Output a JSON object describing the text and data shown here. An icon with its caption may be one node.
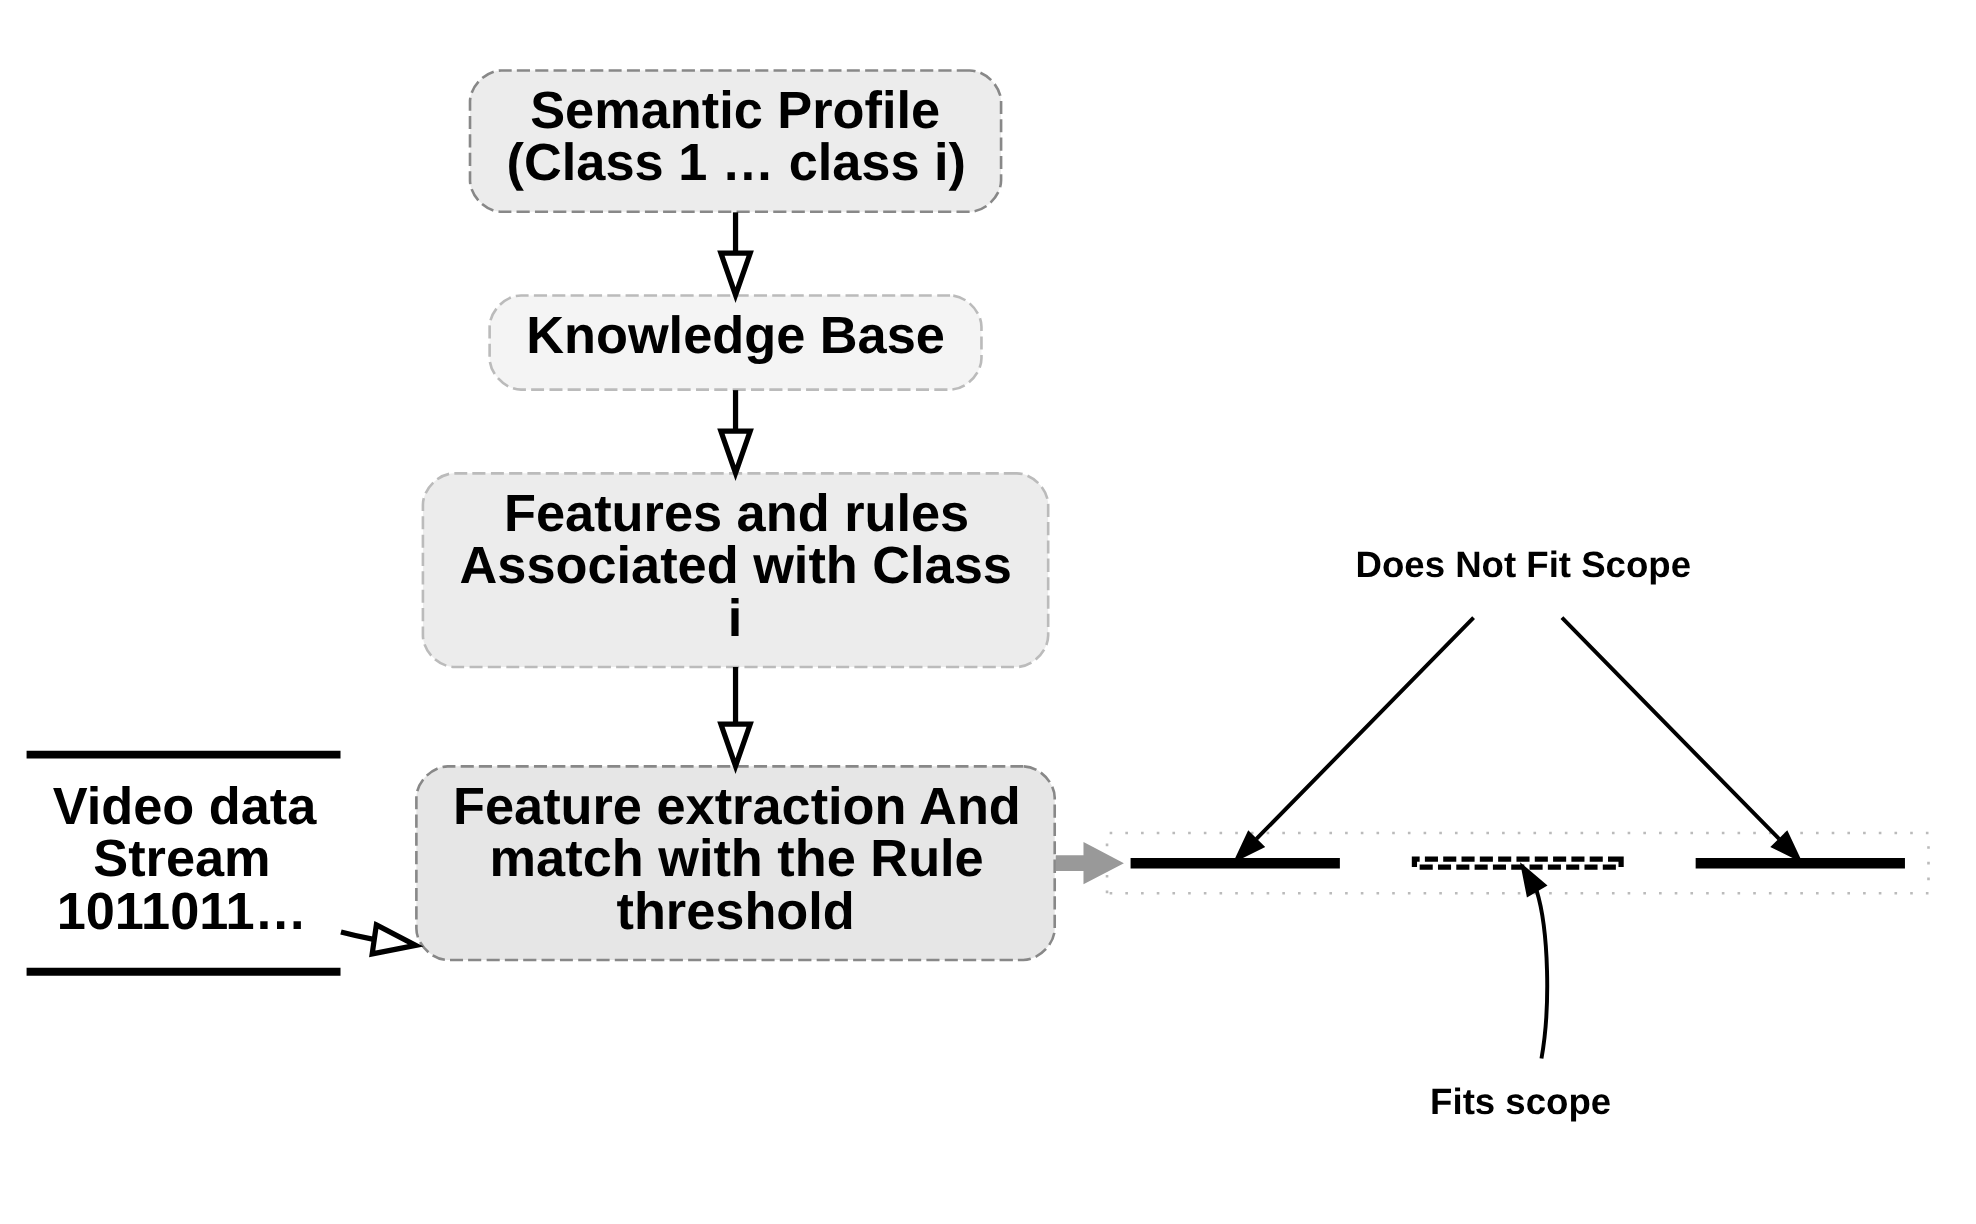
{
  "diagram": {
    "nodes": [
      {
        "text": [
          "Semantic Profile (Class 1 … class i)"
        ]
      },
      {
        "text": [
          "Knowledge Base"
        ]
      },
      {
        "text": [
          "Features and rules Associated with Class i"
        ]
      },
      {
        "text": [
          "Video data Stream 1011011…"
        ]
      },
      {
        "text": [
          "Feature extraction And match with the Rule threshold"
        ]
      },
      {
        "text": [],
        "shape": "picture"
      },
      {
        "text": [
          "Does Not Fit Scope"
        ]
      },
      {
        "text": [],
        "shape": "bar",
        "in": 5
      },
      {
        "text": [],
        "shape": "bar",
        "in": 5
      },
      {
        "text": [],
        "shape": "bar",
        "in": 5
      },
      {
        "text": [
          "Fits scope"
        ]
      }
    ],
    "edges": [
      {
        "from": 0,
        "to": 1,
        "arrow": "to"
      },
      {
        "from": 1,
        "to": 2,
        "arrow": "to"
      },
      {
        "from": 2,
        "to": 4,
        "arrow": "to"
      },
      {
        "from": 3,
        "to": 4,
        "arrow": "to"
      },
      {
        "from": 4,
        "to": 5,
        "arrow": "to",
        "style": "thick",
        "color": "#999999"
      },
      {
        "from": 6,
        "to": 7,
        "arrow": "to"
      },
      {
        "from": 6,
        "to": 9,
        "arrow": "to"
      },
      {
        "from": 10,
        "to": 8,
        "arrow": "to"
      }
    ]
  }
}
